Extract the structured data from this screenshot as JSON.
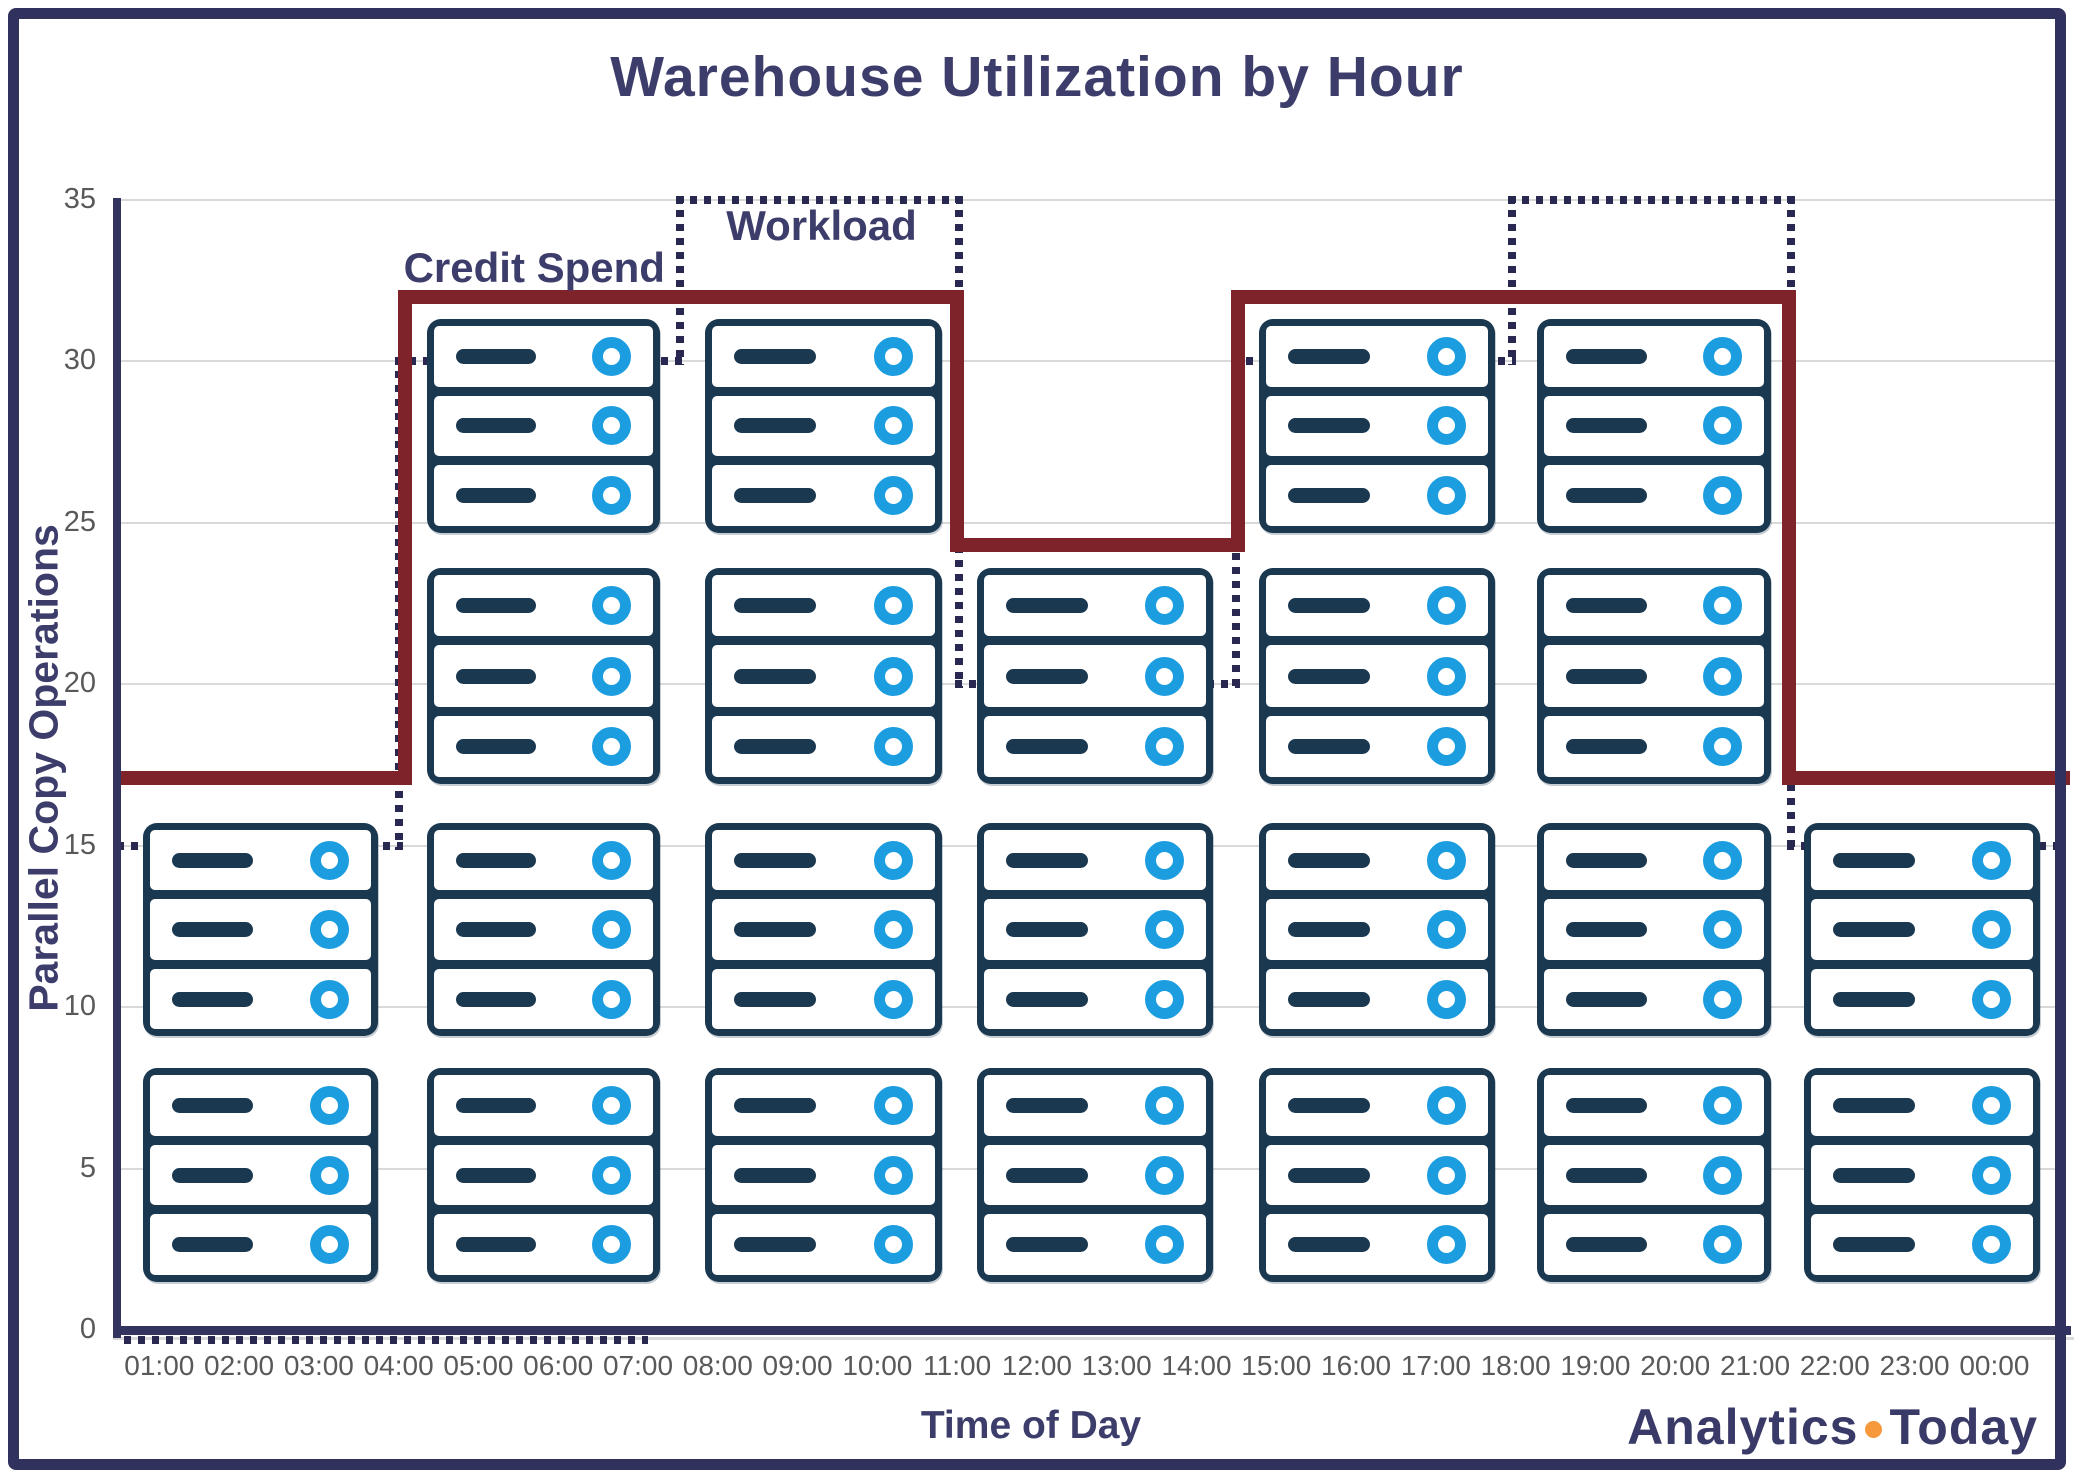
{
  "title": "Warehouse Utilization by Hour",
  "x_axis": {
    "title": "Time of Day",
    "tick_labels": [
      "01:00",
      "02:00",
      "03:00",
      "04:00",
      "05:00",
      "06:00",
      "07:00",
      "08:00",
      "09:00",
      "10:00",
      "11:00",
      "12:00",
      "13:00",
      "14:00",
      "15:00",
      "16:00",
      "17:00",
      "18:00",
      "19:00",
      "20:00",
      "21:00",
      "22:00",
      "23:00",
      "00:00"
    ]
  },
  "y_axis": {
    "title": "Parallel Copy Operations",
    "tick_values": [
      0,
      5,
      10,
      15,
      20,
      25,
      30,
      35
    ],
    "max": 35
  },
  "annotations": {
    "credit_spend": {
      "text": "Credit Spend",
      "x_hour": 5.7,
      "y_value": 32.9
    },
    "workload": {
      "text": "Workload",
      "x_hour": 9.3,
      "y_value": 34.2
    }
  },
  "chart_data": {
    "type": "line",
    "subtype": "step",
    "title": "Warehouse Utilization by Hour",
    "xlabel": "Time of Day",
    "ylabel": "Parallel Copy Operations",
    "x_domain_hours": [
      0.52,
      24.86
    ],
    "y_range": [
      0,
      35
    ],
    "grid": "horizontal-only",
    "series": [
      {
        "name": "Credit Spend",
        "line_style": "solid",
        "color": "#7F232B",
        "thickness_px": 14,
        "steps": [
          {
            "from_hour": 0.52,
            "to_hour": 4.08,
            "level": 17.1
          },
          {
            "from_hour": 4.08,
            "to_hour": 11.0,
            "level": 32
          },
          {
            "from_hour": 11.0,
            "to_hour": 14.52,
            "level": 24.3
          },
          {
            "from_hour": 14.52,
            "to_hour": 21.42,
            "level": 32
          },
          {
            "from_hour": 21.42,
            "to_hour": 24.86,
            "level": 17.1
          }
        ]
      },
      {
        "name": "Workload",
        "line_style": "dotted",
        "color": "#282850",
        "thickness_px": 8,
        "steps": [
          {
            "from_hour": 0.52,
            "to_hour": 4.0,
            "level": 15
          },
          {
            "from_hour": 4.0,
            "to_hour": 7.53,
            "level": 30
          },
          {
            "from_hour": 7.53,
            "to_hour": 11.02,
            "level": 35
          },
          {
            "from_hour": 11.02,
            "to_hour": 14.5,
            "level": 20
          },
          {
            "from_hour": 14.5,
            "to_hour": 17.95,
            "level": 30
          },
          {
            "from_hour": 17.95,
            "to_hour": 21.45,
            "level": 35
          },
          {
            "from_hour": 21.45,
            "to_hour": 24.86,
            "level": 15
          }
        ]
      }
    ],
    "baseline_dotted_segment": {
      "level": 0,
      "from_hour": 0.56,
      "to_hour": 7.13
    },
    "warehouse_icons": {
      "servers_per_block": 3,
      "stack_row_bounds_units": [
        [
          1.5,
          8.1
        ],
        [
          9.1,
          15.7
        ],
        [
          16.9,
          23.6
        ],
        [
          24.7,
          31.3
        ]
      ],
      "groups": [
        {
          "hours": "01:00-03:00",
          "from_hour": 0.79,
          "to_hour": 3.74,
          "stacked_blocks": 2
        },
        {
          "hours": "04:00-07:00",
          "from_hour": 4.35,
          "to_hour": 7.28,
          "stacked_blocks": 4
        },
        {
          "hours": "08:00-10:00",
          "from_hour": 7.84,
          "to_hour": 10.81,
          "stacked_blocks": 4
        },
        {
          "hours": "11:00-14:00",
          "from_hour": 11.25,
          "to_hour": 14.21,
          "stacked_blocks": 3
        },
        {
          "hours": "15:00-17:00",
          "from_hour": 14.78,
          "to_hour": 17.74,
          "stacked_blocks": 4
        },
        {
          "hours": "18:00-21:00",
          "from_hour": 18.27,
          "to_hour": 21.2,
          "stacked_blocks": 4
        },
        {
          "hours": "22:00-00:00",
          "from_hour": 21.61,
          "to_hour": 24.57,
          "stacked_blocks": 2
        }
      ]
    }
  },
  "brand": {
    "word1": "Analytics",
    "word2": "Today",
    "dot_color": "#F6993C"
  },
  "colors": {
    "title_text": "#3D3D6B",
    "axis_line": "#33335F",
    "tick_text": "#595959",
    "gridline": "#D9D9D9",
    "server_navy": "#1B3851",
    "server_blue": "#1B9DE0",
    "credit_spend_red": "#7F232B",
    "workload_dotted_navy": "#282850",
    "frame_border": "#31315E",
    "brand_orange": "#F6993C"
  }
}
